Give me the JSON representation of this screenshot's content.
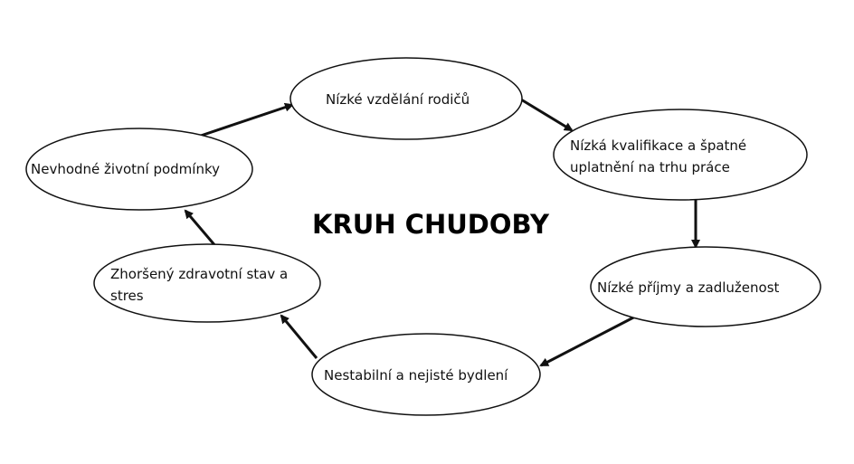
{
  "title": "KRUH CHUDOBY",
  "nodes": [
    {
      "id": "parents-education",
      "lines": [
        "Nízké vzdělání rodičů"
      ]
    },
    {
      "id": "low-qualification",
      "lines": [
        "Nízká kvalifikace a špatné",
        "uplatnění na trhu práce"
      ]
    },
    {
      "id": "low-income-debt",
      "lines": [
        "Nízké příjmy a zadluženost"
      ]
    },
    {
      "id": "unstable-housing",
      "lines": [
        "Nestabilní a nejisté bydlení"
      ]
    },
    {
      "id": "poor-health-stress",
      "lines": [
        "Zhoršený zdravotní stav a",
        "stres"
      ]
    },
    {
      "id": "poor-living-conditions",
      "lines": [
        "Nevhodné životní podmínky"
      ]
    }
  ],
  "edges": [
    {
      "from": "parents-education",
      "to": "low-qualification"
    },
    {
      "from": "low-qualification",
      "to": "low-income-debt"
    },
    {
      "from": "low-income-debt",
      "to": "unstable-housing"
    },
    {
      "from": "unstable-housing",
      "to": "poor-health-stress"
    },
    {
      "from": "poor-health-stress",
      "to": "poor-living-conditions"
    },
    {
      "from": "poor-living-conditions",
      "to": "parents-education"
    }
  ]
}
